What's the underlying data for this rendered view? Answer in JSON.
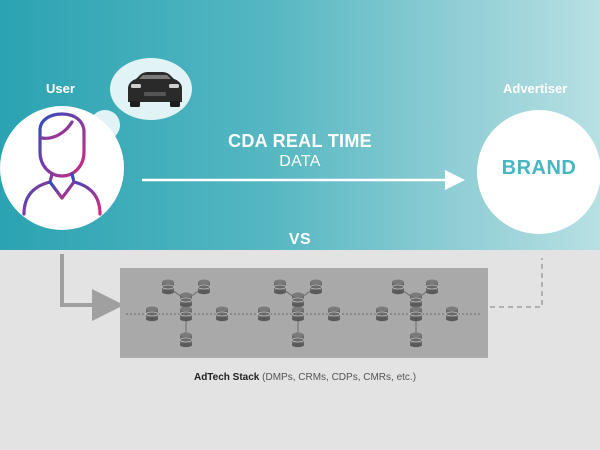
{
  "user": {
    "label": "User",
    "icon": "person-icon"
  },
  "advertiser": {
    "label": "Advertiser",
    "brand": "BRAND"
  },
  "thought": {
    "icon": "car-icon"
  },
  "flow": {
    "title": "CDA REAL TIME",
    "subtitle": "DATA"
  },
  "vs_label": "VS",
  "stack": {
    "caption_bold": "AdTech Stack",
    "caption_detail": "(DMPs, CRMs, CDPs, CMRs, etc.)",
    "icon": "database-icon"
  },
  "colors": {
    "band_start": "#2ba3b2",
    "band_end": "#b7e0e4",
    "brand_text": "#46b6c2",
    "stack_box": "#a9a9a9",
    "person_gradient_start": "#2a4ec0",
    "person_gradient_end": "#d12a80"
  }
}
